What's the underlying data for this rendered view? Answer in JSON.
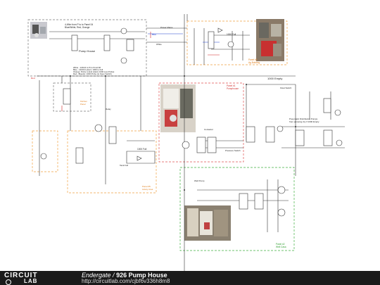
{
  "frames": {
    "pump_house": {
      "label": "Pump House"
    },
    "panel1": {
      "label1": "Panel #1",
      "label2": "Pumphouse"
    },
    "panel2": {
      "label1": "Panel #2",
      "label2": "Well Casa"
    },
    "panel3": {
      "label1": "Panel #3",
      "label2": "Ag Building"
    },
    "panel5": {
      "label1": "Panel #5",
      "label2": "Aviary Area"
    },
    "kitchen": {
      "label1": "Kitchen",
      "label2": "Panel"
    }
  },
  "labels": {
    "wire_note": "4-Wire from P to to Panel 04",
    "wire_colors": "Blue/White, Red, Orange",
    "pump_motor": "1000 Full",
    "solenoid": "1000 Full",
    "tank_label": "1000 Empty",
    "dist_pumps": "Pneumatic Distribution Pumps",
    "dist_pumps2": "from pumping dry if 1000 Empty",
    "legend1": "White - 120/24 to Pi to Pond 98",
    "legend2": "Blue - 120/24 Letters: 1000 to Full",
    "legend3": "Orange: Probe to End (Alarm 1000 Low Probe)",
    "legend4": "Red - Bluedot: 1000 Probe (to Open Switch)",
    "power_mains": "Power Mains",
    "float_switch": "Float Switch",
    "pressure_sw": "Pressure Switch",
    "well_pump": "Well Pump",
    "relay": "Relay",
    "contactor": "Contactor",
    "tank_full": "Tank Full",
    "white": "White",
    "blue": "Blue",
    "red": "Red"
  },
  "footer": {
    "logo_top": "CIRCUIT",
    "logo_bottom": "LAB",
    "author": "Endergate",
    "separator": " / ",
    "project": "926 Pump House",
    "url": "http://circuitlab.com/cjbf6v336h8m8"
  },
  "colors": {
    "frame_gray": "#777777",
    "frame_orange": "#f0a040",
    "frame_red": "#e05050",
    "frame_green": "#40b040",
    "wire": "#333333",
    "wire_red": "#d02020",
    "wire_blue": "#2040d0",
    "footer_bg": "#1a1a1a"
  }
}
